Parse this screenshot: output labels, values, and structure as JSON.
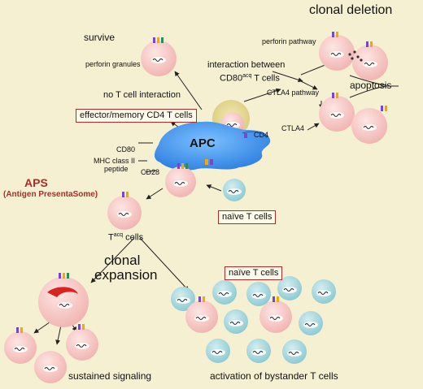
{
  "colors": {
    "background": "#f6f0d3",
    "apc": "#3b8ee8",
    "t_cell": "#f7c7c5",
    "naive_t_cell": "#a9dbe0",
    "effector_halo": "#e3d690",
    "box_border": "#b02a2a",
    "aps_text": "#b02a2a"
  },
  "labels": {
    "clonal_deletion": "clonal deletion",
    "survive": "survive",
    "perforin_granules": "perforin granules",
    "perforin_pathway": "perforin pathway",
    "interaction_line1": "interaction between",
    "interaction_line2_pre": "CD80",
    "interaction_line2_sup": "acq",
    "interaction_line2_post": " T cells",
    "apoptosis": "apoptosis",
    "no_t_cell_interaction": "no T cell interaction",
    "effector_memory": "effector/memory CD4 T cells",
    "ctla4_pathway": "CTLA4 pathway",
    "ctla4": "CTLA4",
    "cd4": "CD4",
    "apc": "APC",
    "cd80": "CD80",
    "mhc_line1": "MHC class II",
    "mhc_line2": "peptide",
    "cd28": "CD28",
    "aps": "APS",
    "aps_full": "(Antigen PresentaSome)",
    "naive_t_cells_1": "naïve T cells",
    "tacq_pre": "T",
    "tacq_sup": "acq",
    "tacq_post": " cells",
    "clonal": "clonal",
    "expansion": "expansion",
    "naive_t_cells_2": "naïve T cells",
    "sustained_signaling": "sustained signaling",
    "activation_bystander": "activation of bystander T cells"
  },
  "icons": {
    "pink_cell": "t-cell-icon",
    "blue_cell": "naive-t-cell-icon",
    "apc_shape": "apc-icon",
    "receptor": "receptor-icon"
  }
}
